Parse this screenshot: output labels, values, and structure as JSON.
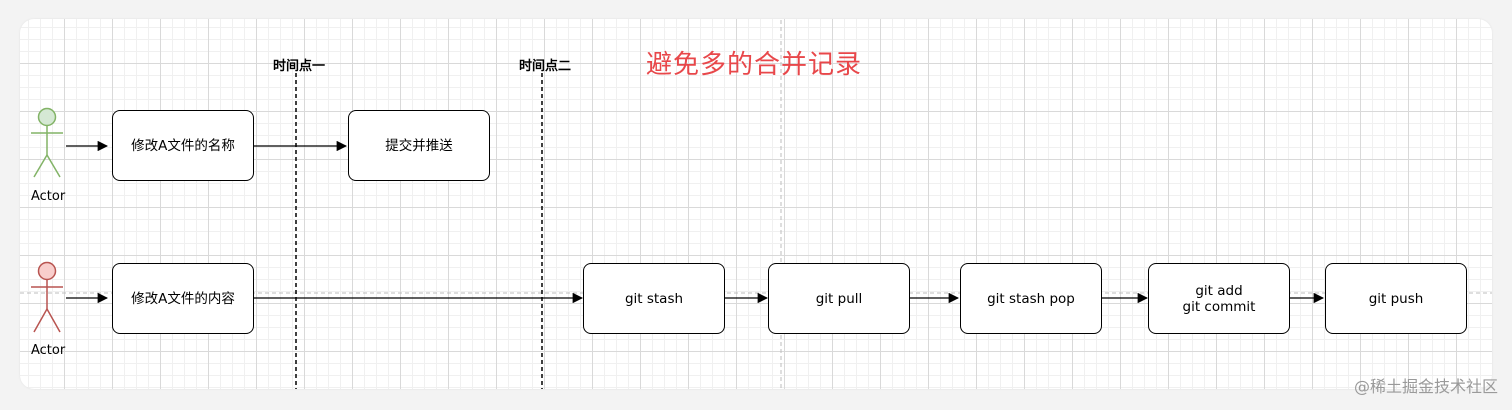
{
  "title": "避免多的合并记录",
  "timepoints": [
    {
      "label": "时间点一"
    },
    {
      "label": "时间点二"
    }
  ],
  "actors": [
    {
      "label": "Actor",
      "color": "#82b366",
      "fill": "#d5e8d4"
    },
    {
      "label": "Actor",
      "color": "#b85450",
      "fill": "#f8cecc"
    }
  ],
  "row1": {
    "boxes": [
      {
        "text": "修改A文件的名称"
      },
      {
        "text": "提交并推送"
      }
    ]
  },
  "row2": {
    "boxes": [
      {
        "text": "修改A文件的内容"
      },
      {
        "text": "git stash"
      },
      {
        "text": "git pull"
      },
      {
        "text": "git stash pop"
      },
      {
        "text": "git add\ngit commit"
      },
      {
        "text": "git push"
      }
    ]
  },
  "watermark": "@稀土掘金技术社区"
}
